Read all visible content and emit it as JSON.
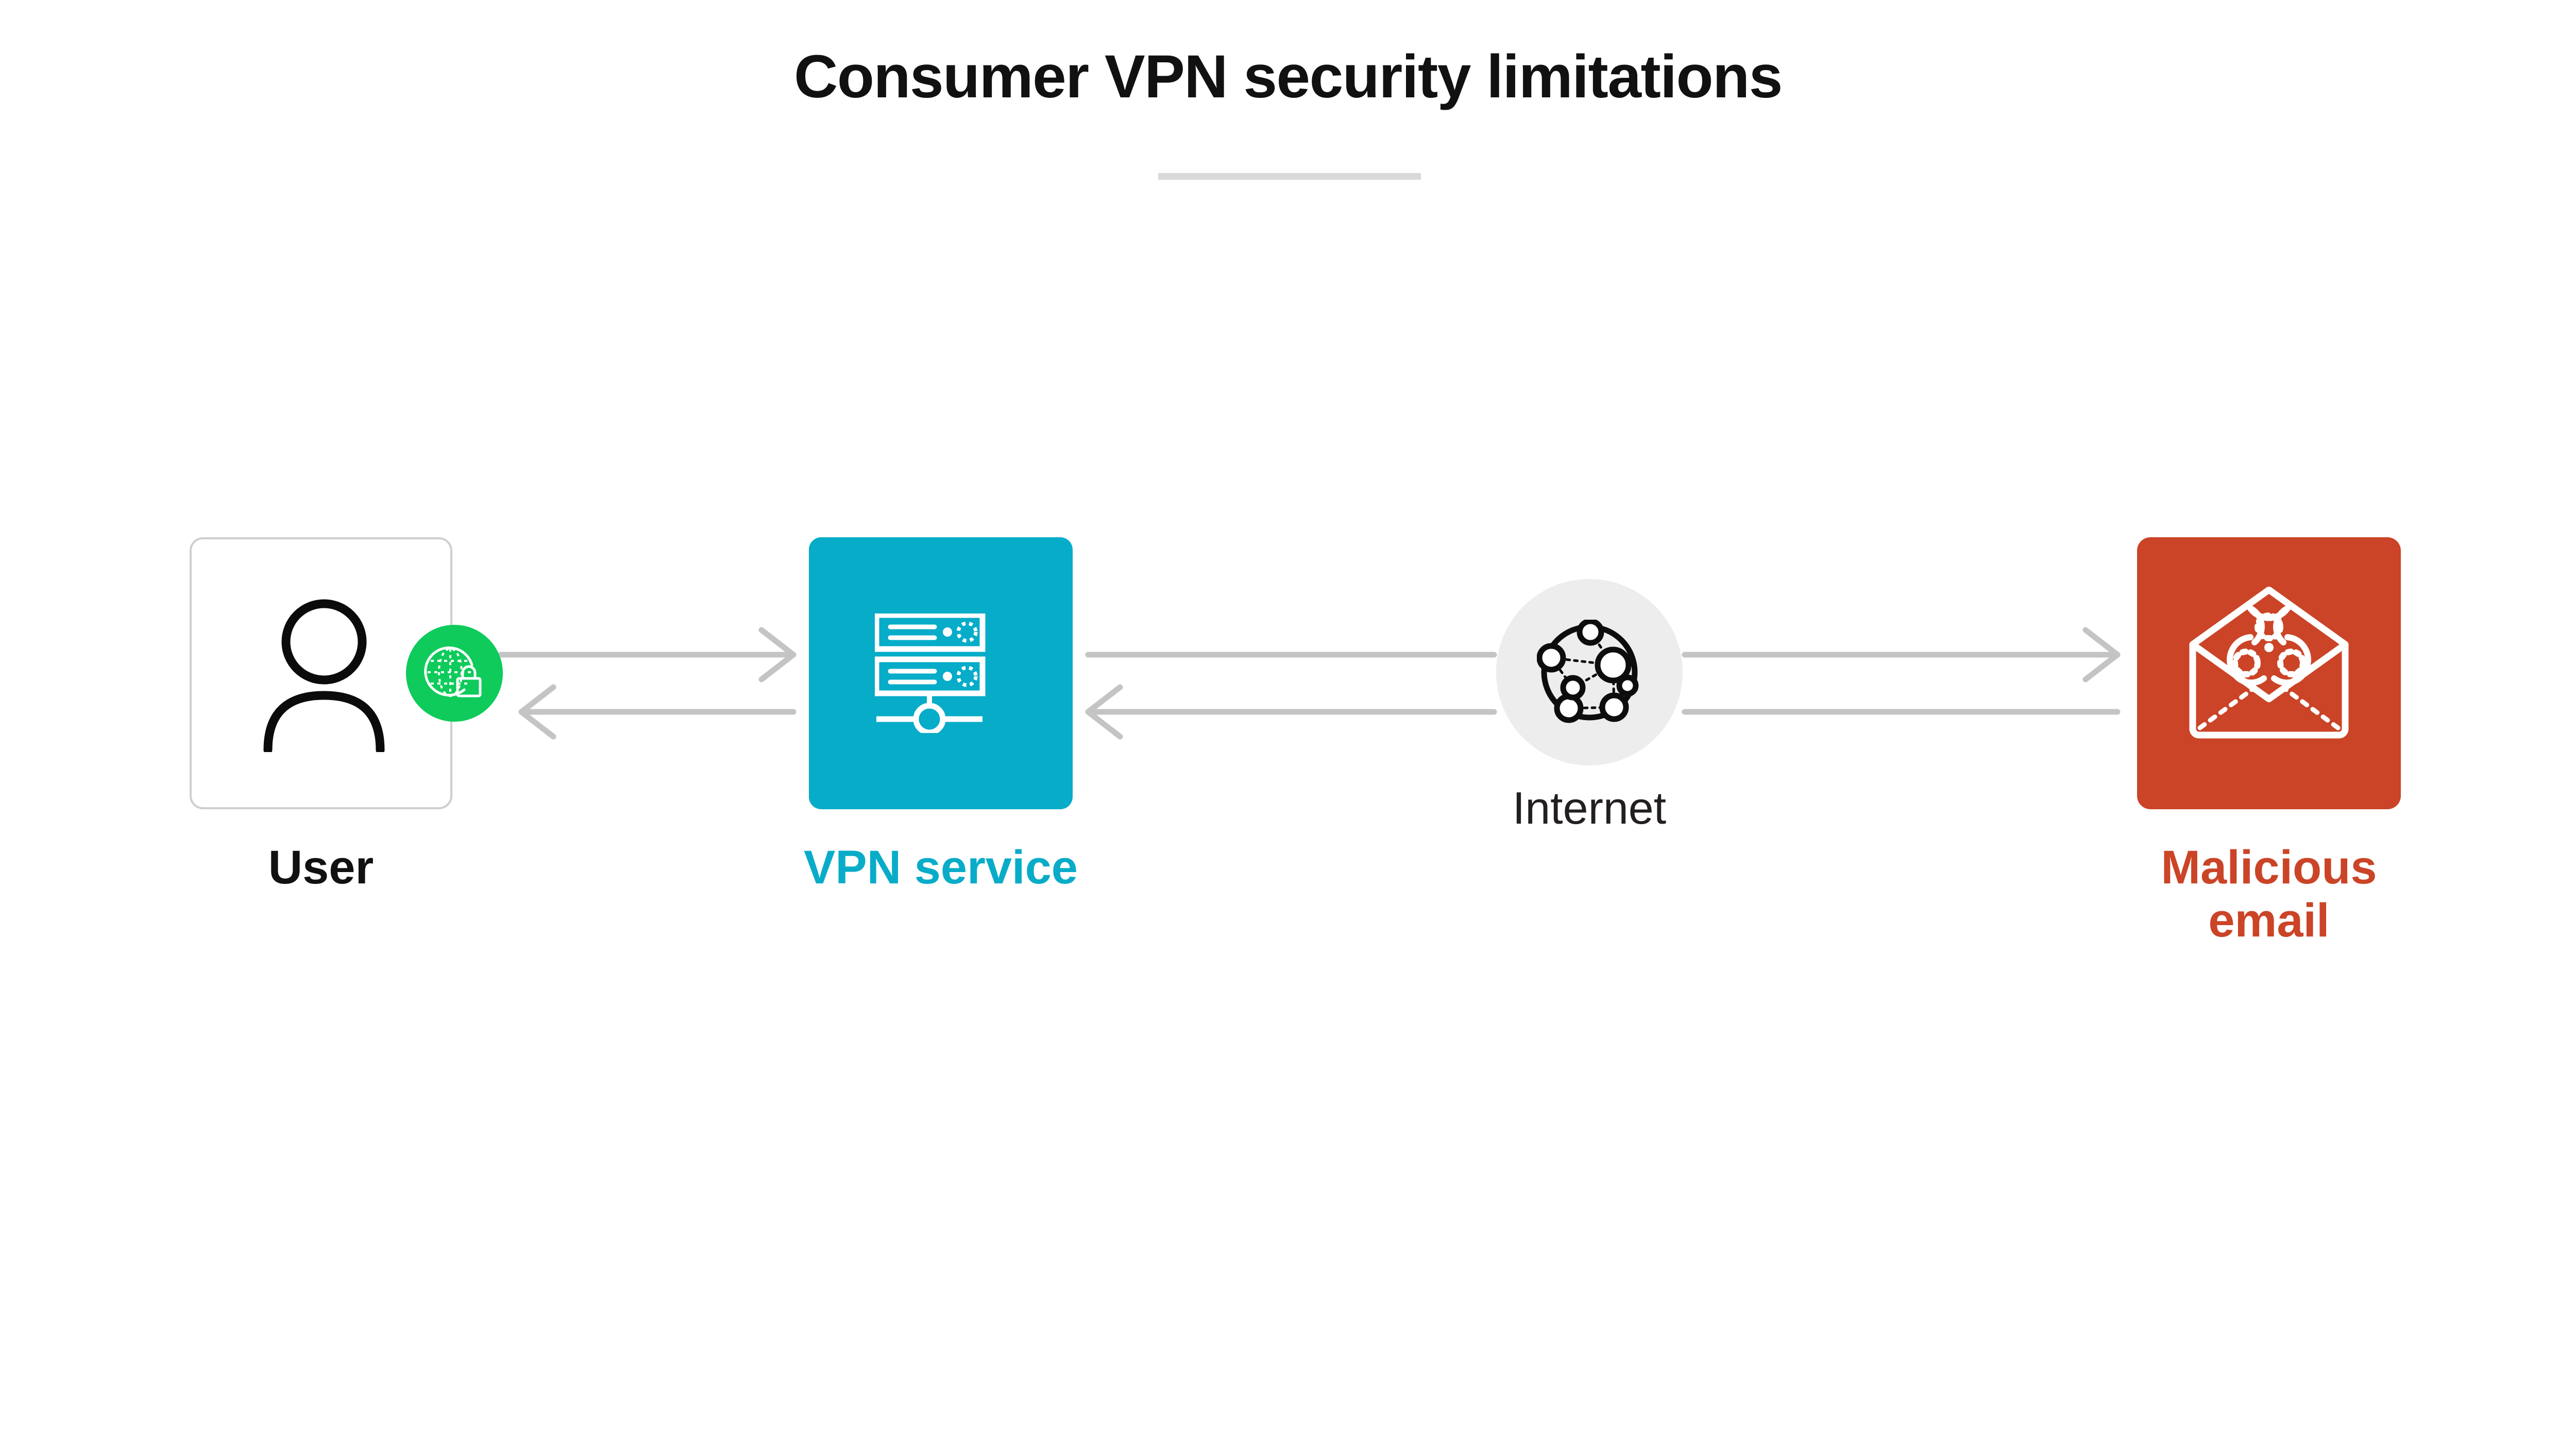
{
  "page": {
    "title": "Consumer VPN security limitations",
    "background": "#ffffff"
  },
  "colors": {
    "title_text": "#111111",
    "divider": "#d9d9d9",
    "vpn_teal": "#06acc8",
    "email_red": "#cb4427",
    "badge_green": "#0ecb5b",
    "internet_circle": "#ededed",
    "arrow_gray": "#c4c4c4",
    "card_border": "#cfcfcf"
  },
  "diagram": {
    "nodes": [
      {
        "id": "user",
        "label": "User",
        "label_color": "#111111",
        "icon": "person-icon",
        "badge_icon": "globe-lock-icon",
        "badge_color": "#0ecb5b"
      },
      {
        "id": "vpn-service",
        "label": "VPN service",
        "label_color": "#09acc8",
        "icon": "server-rack-icon",
        "fill": "#06acc8"
      },
      {
        "id": "internet",
        "label": "Internet",
        "label_color": "#231f20",
        "icon": "network-mesh-icon",
        "fill": "#ededed"
      },
      {
        "id": "malicious-email",
        "label": "Malicious\nemail",
        "label_line1": "Malicious",
        "label_line2": "email",
        "label_color": "#cb4427",
        "icon": "biohazard-envelope-icon",
        "fill": "#cb4427"
      }
    ],
    "connections": [
      {
        "from": "user",
        "to": "vpn-service",
        "direction": "right",
        "color": "#c4c4c4"
      },
      {
        "from": "vpn-service",
        "to": "user",
        "direction": "left",
        "color": "#c4c4c4"
      },
      {
        "from": "vpn-service",
        "to": "internet",
        "direction": "right",
        "color": "#c4c4c4"
      },
      {
        "from": "internet",
        "to": "vpn-service",
        "direction": "left",
        "color": "#c4c4c4"
      },
      {
        "from": "internet",
        "to": "malicious-email",
        "direction": "right",
        "color": "#c4c4c4"
      },
      {
        "from": "malicious-email",
        "to": "internet",
        "direction": "left",
        "color": "#c4c4c4"
      }
    ]
  }
}
